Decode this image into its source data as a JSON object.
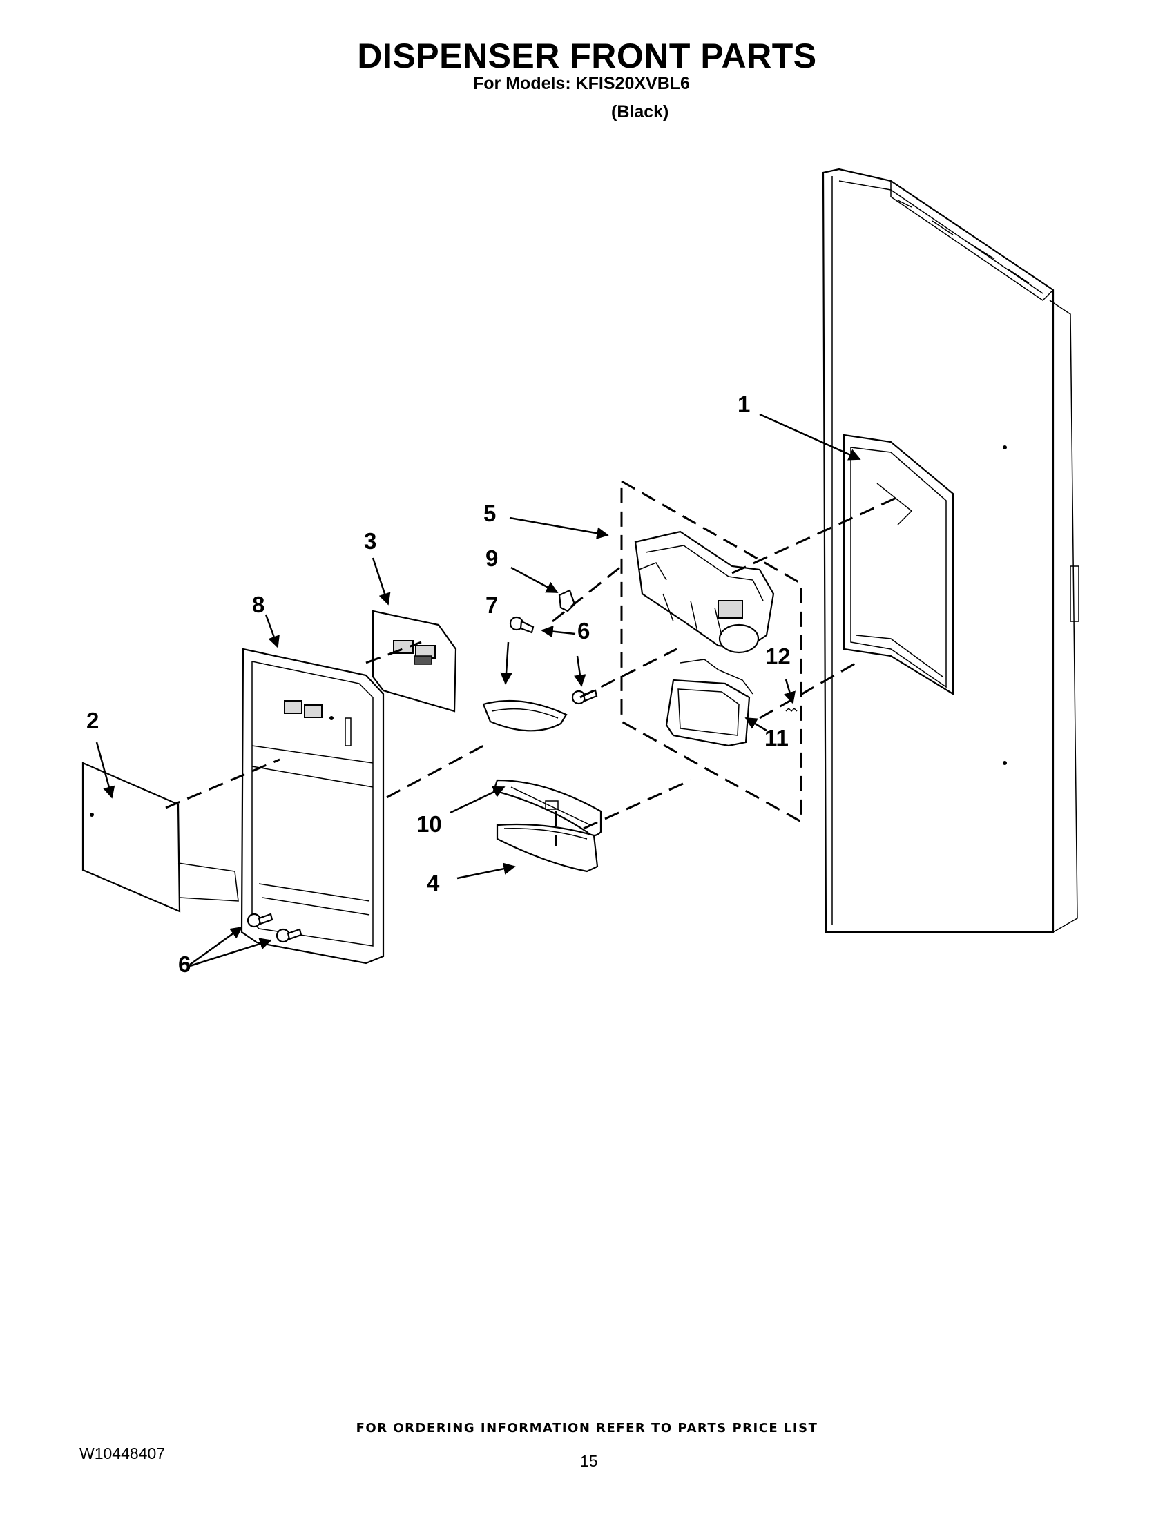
{
  "header": {
    "title": "DISPENSER FRONT PARTS",
    "models_line": "For Models: KFIS20XVBL6",
    "variant": "(Black)"
  },
  "callouts": {
    "c1": "1",
    "c2": "2",
    "c3": "3",
    "c4": "4",
    "c5": "5",
    "c6_mid": "6",
    "c6_bottom": "6",
    "c7": "7",
    "c8": "8",
    "c9": "9",
    "c10": "10",
    "c11": "11",
    "c12": "12"
  },
  "footer": {
    "ordering_note": "FOR ORDERING INFORMATION REFER TO PARTS PRICE LIST",
    "doc_number": "W10448407",
    "page_number": "15"
  }
}
